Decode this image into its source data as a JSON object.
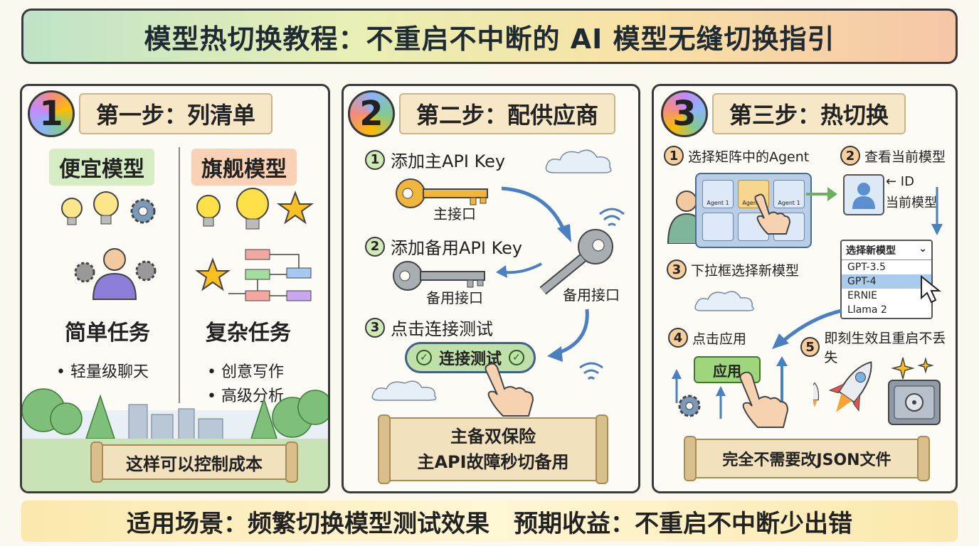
{
  "title": "模型热切换教程：不重启不中断的 AI 模型无缝切换指引",
  "steps": [
    {
      "number": "1",
      "label": "第一步：列清单",
      "cheap": {
        "tag": "便宜模型",
        "task": "简单任务",
        "bullets": [
          "• 轻量级聊天"
        ]
      },
      "flagship": {
        "tag": "旗舰模型",
        "task": "复杂任务",
        "bullets": [
          "• 创意写作",
          "• 高级分析"
        ]
      },
      "scroll": "这样可以控制成本"
    },
    {
      "number": "2",
      "label": "第二步：配供应商",
      "sub1": {
        "num": "1",
        "text": "添加主API Key"
      },
      "primary_key_caption": "主接口",
      "sub2": {
        "num": "2",
        "text": "添加备用API Key"
      },
      "backup_key_caption": "备用接口",
      "backup_key_caption2": "备用接口",
      "sub3": {
        "num": "3",
        "text": "点击连接测试"
      },
      "test_button": "连接测试",
      "scroll_line1": "主备双保险",
      "scroll_line2": "主API故障秒切备用"
    },
    {
      "number": "3",
      "label": "第三步：热切换",
      "sub1": {
        "num": "1",
        "text": "选择矩阵中的Agent"
      },
      "sub2": {
        "num": "2",
        "text": "查看当前模型"
      },
      "agent_label": "Agent 1",
      "id_label": "← ID",
      "current_model": "当前模型",
      "sub3": {
        "num": "3",
        "text": "下拉框选择新模型"
      },
      "dropdown": {
        "header": "选择新模型",
        "options": [
          "GPT-3.5",
          "GPT-4",
          "ERNIE",
          "Llama 2"
        ],
        "selected": "GPT-4"
      },
      "sub4": {
        "num": "4",
        "text": "点击应用"
      },
      "apply_button": "应用",
      "sub5": {
        "num": "5",
        "text": "即刻生效且重启不丢失"
      },
      "scroll": "完全不需要改JSON文件"
    }
  ],
  "footer": "适用场景：频繁切换模型测试效果　预期收益：不重启不中断少出错",
  "colors": {
    "key_gold": "#f0b53a",
    "key_gray": "#a9aeb3",
    "accent_blue": "#4a80c0",
    "green": "#9fd67c"
  }
}
